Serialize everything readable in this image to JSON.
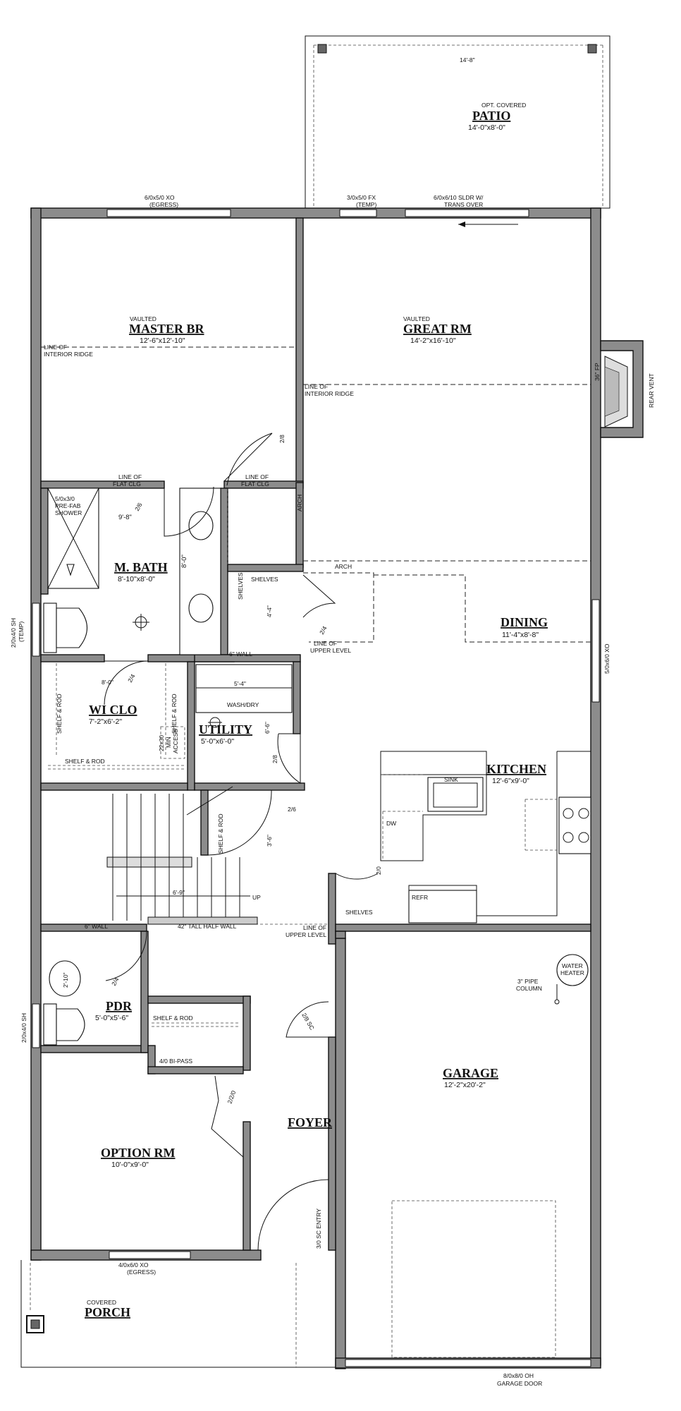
{
  "rooms": {
    "patio": {
      "line1": "OPT. COVERED",
      "title": "PATIO",
      "dims": "14'-0\"x8'-0\"",
      "top_dim": "14'-8\""
    },
    "master_br": {
      "line1": "VAULTED",
      "title": "MASTER BR",
      "dims": "12'-6\"x12'-10\""
    },
    "great_rm": {
      "line1": "VAULTED",
      "title": "GREAT RM",
      "dims": "14'-2\"x16'-10\""
    },
    "m_bath": {
      "title": "M. BATH",
      "dims": "8'-10\"x8'-0\""
    },
    "dining": {
      "title": "DINING",
      "dims": "11'-4\"x8'-8\""
    },
    "wi_clo": {
      "title": "WI CLO",
      "dims": "7'-2\"x6'-2\""
    },
    "utility": {
      "title": "UTILITY",
      "dims": "5'-0\"x6'-0\""
    },
    "kitchen": {
      "title": "KITCHEN",
      "dims": "12'-6\"x9'-0\""
    },
    "pdr": {
      "title": "PDR",
      "dims": "5'-0\"x5'-6\""
    },
    "garage": {
      "title": "GARAGE",
      "dims": "12'-2\"x20'-2\""
    },
    "foyer": {
      "title": "FOYER"
    },
    "option_rm": {
      "title": "OPTION RM",
      "dims": "10'-0\"x9'-0\""
    },
    "porch": {
      "line1": "COVERED",
      "title": "PORCH"
    }
  },
  "labels": {
    "win_master": [
      "6/0x5/0 XO",
      "(EGRESS)"
    ],
    "win_temp": [
      "3/0x5/0 FX",
      "(TEMP)"
    ],
    "sldr": [
      "6/0x6/10 SLDR W/",
      "TRANS OVER"
    ],
    "ridge_master": [
      "LINE OF",
      "INTERIOR RIDGE"
    ],
    "ridge_great": [
      "LINE OF",
      "INTERIOR RIDGE"
    ],
    "flat_clg_1": [
      "LINE OF",
      "FLAT CLG"
    ],
    "flat_clg_2": [
      "LINE OF",
      "FLAT CLG"
    ],
    "shower": [
      "5/0x3/0",
      "PRE-FAB",
      "SHOWER"
    ],
    "bath_w": "9'-8\"",
    "bath_v": "8'-0\"",
    "door_26a": "2/6",
    "door_28a": "2/8",
    "arch_v": "ARCH",
    "arch_h": "ARCH",
    "fp": "36\" FP",
    "rear_vent": "REAR VENT",
    "shelves_v": "SHELVES",
    "shelves_h": "SHELVES",
    "dim_44": "4'-4\"",
    "door_24a": "2/4",
    "upper_level_1": [
      "LINE OF",
      "UPPER LEVEL"
    ],
    "win_bath_side": [
      "2/0x4/0 SH",
      "(TEMP)"
    ],
    "win_dining": "5/0x6/0 XO",
    "wall_6a": "6\" WALL",
    "dim_54": "5'-4\"",
    "wash_dry": "WASH/DRY",
    "dim_66": "6'-6\"",
    "dim_80": "8'-0\"",
    "door_24b": "2/4",
    "shelf_rod_1": "SHELF & ROD",
    "shelf_rod_2": "SHELF & ROD",
    "shelf_rod_3": "SHELF & ROD",
    "attic": [
      "22x30",
      "MIN",
      "ACCESS"
    ],
    "door_28b": "2/8",
    "sink": "SINK",
    "dw": "DW",
    "shelf_rod_4": "SHELF & ROD",
    "door_26b": "2/6",
    "dim_36": "3'-6\"",
    "dim_69": "6'-9\"",
    "up": "UP",
    "door_20": "2/0",
    "refr": "REFR",
    "shelves_pantry": "SHELVES",
    "wall_6b": "6\" WALL",
    "half_wall": "42\" TALL HALF WALL",
    "upper_level_2": [
      "LINE OF",
      "UPPER LEVEL"
    ],
    "sink_pdr": "2'-10\"",
    "water_heater": [
      "WATER",
      "HEATER"
    ],
    "pipe_column": [
      "3\" PIPE",
      "COLUMN"
    ],
    "door_24c": "2/4",
    "door_28sc": "2/8 SC",
    "win_pdr_side": "2/0x4/0 SH",
    "shelf_rod_5": "SHELF & ROD",
    "bipass": "4/0 BI-PASS",
    "door_2220": "2/2/0",
    "entry": "3/0 SC ENTRY",
    "win_option": [
      "4/0x6/0 XO",
      "(EGRESS)"
    ],
    "garage_door": [
      "8/0x8/0 OH",
      "GARAGE DOOR"
    ]
  }
}
